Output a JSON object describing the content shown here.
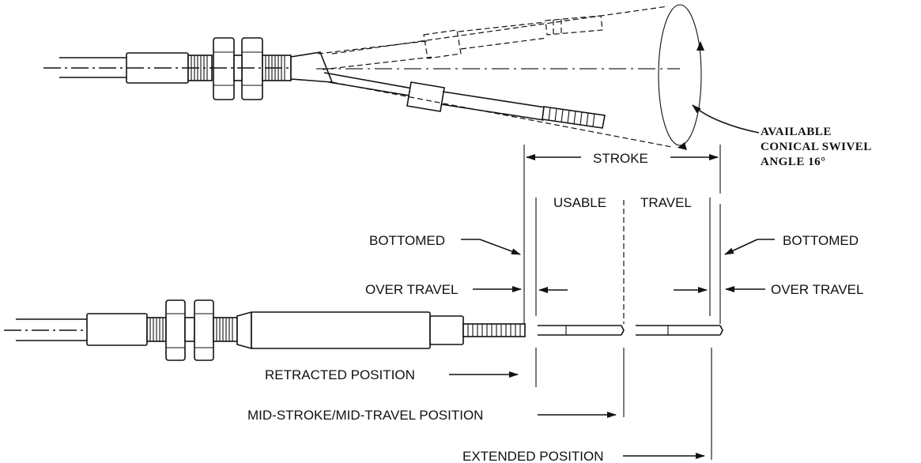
{
  "labels": {
    "available_1": "AVAILABLE",
    "available_2": "CONICAL SWIVEL",
    "available_3": "ANGLE 16°",
    "stroke": "STROKE",
    "usable": "USABLE",
    "travel": "TRAVEL",
    "bottomed_left": "BOTTOMED",
    "bottomed_right": "BOTTOMED",
    "over_travel_left": "OVER TRAVEL",
    "over_travel_right": "OVER TRAVEL",
    "retracted": "RETRACTED POSITION",
    "mid_stroke": "MID-STROKE/MID-TRAVEL POSITION",
    "extended": "EXTENDED  POSITION"
  },
  "colors": {
    "ink": "#111111",
    "background": "#ffffff"
  }
}
